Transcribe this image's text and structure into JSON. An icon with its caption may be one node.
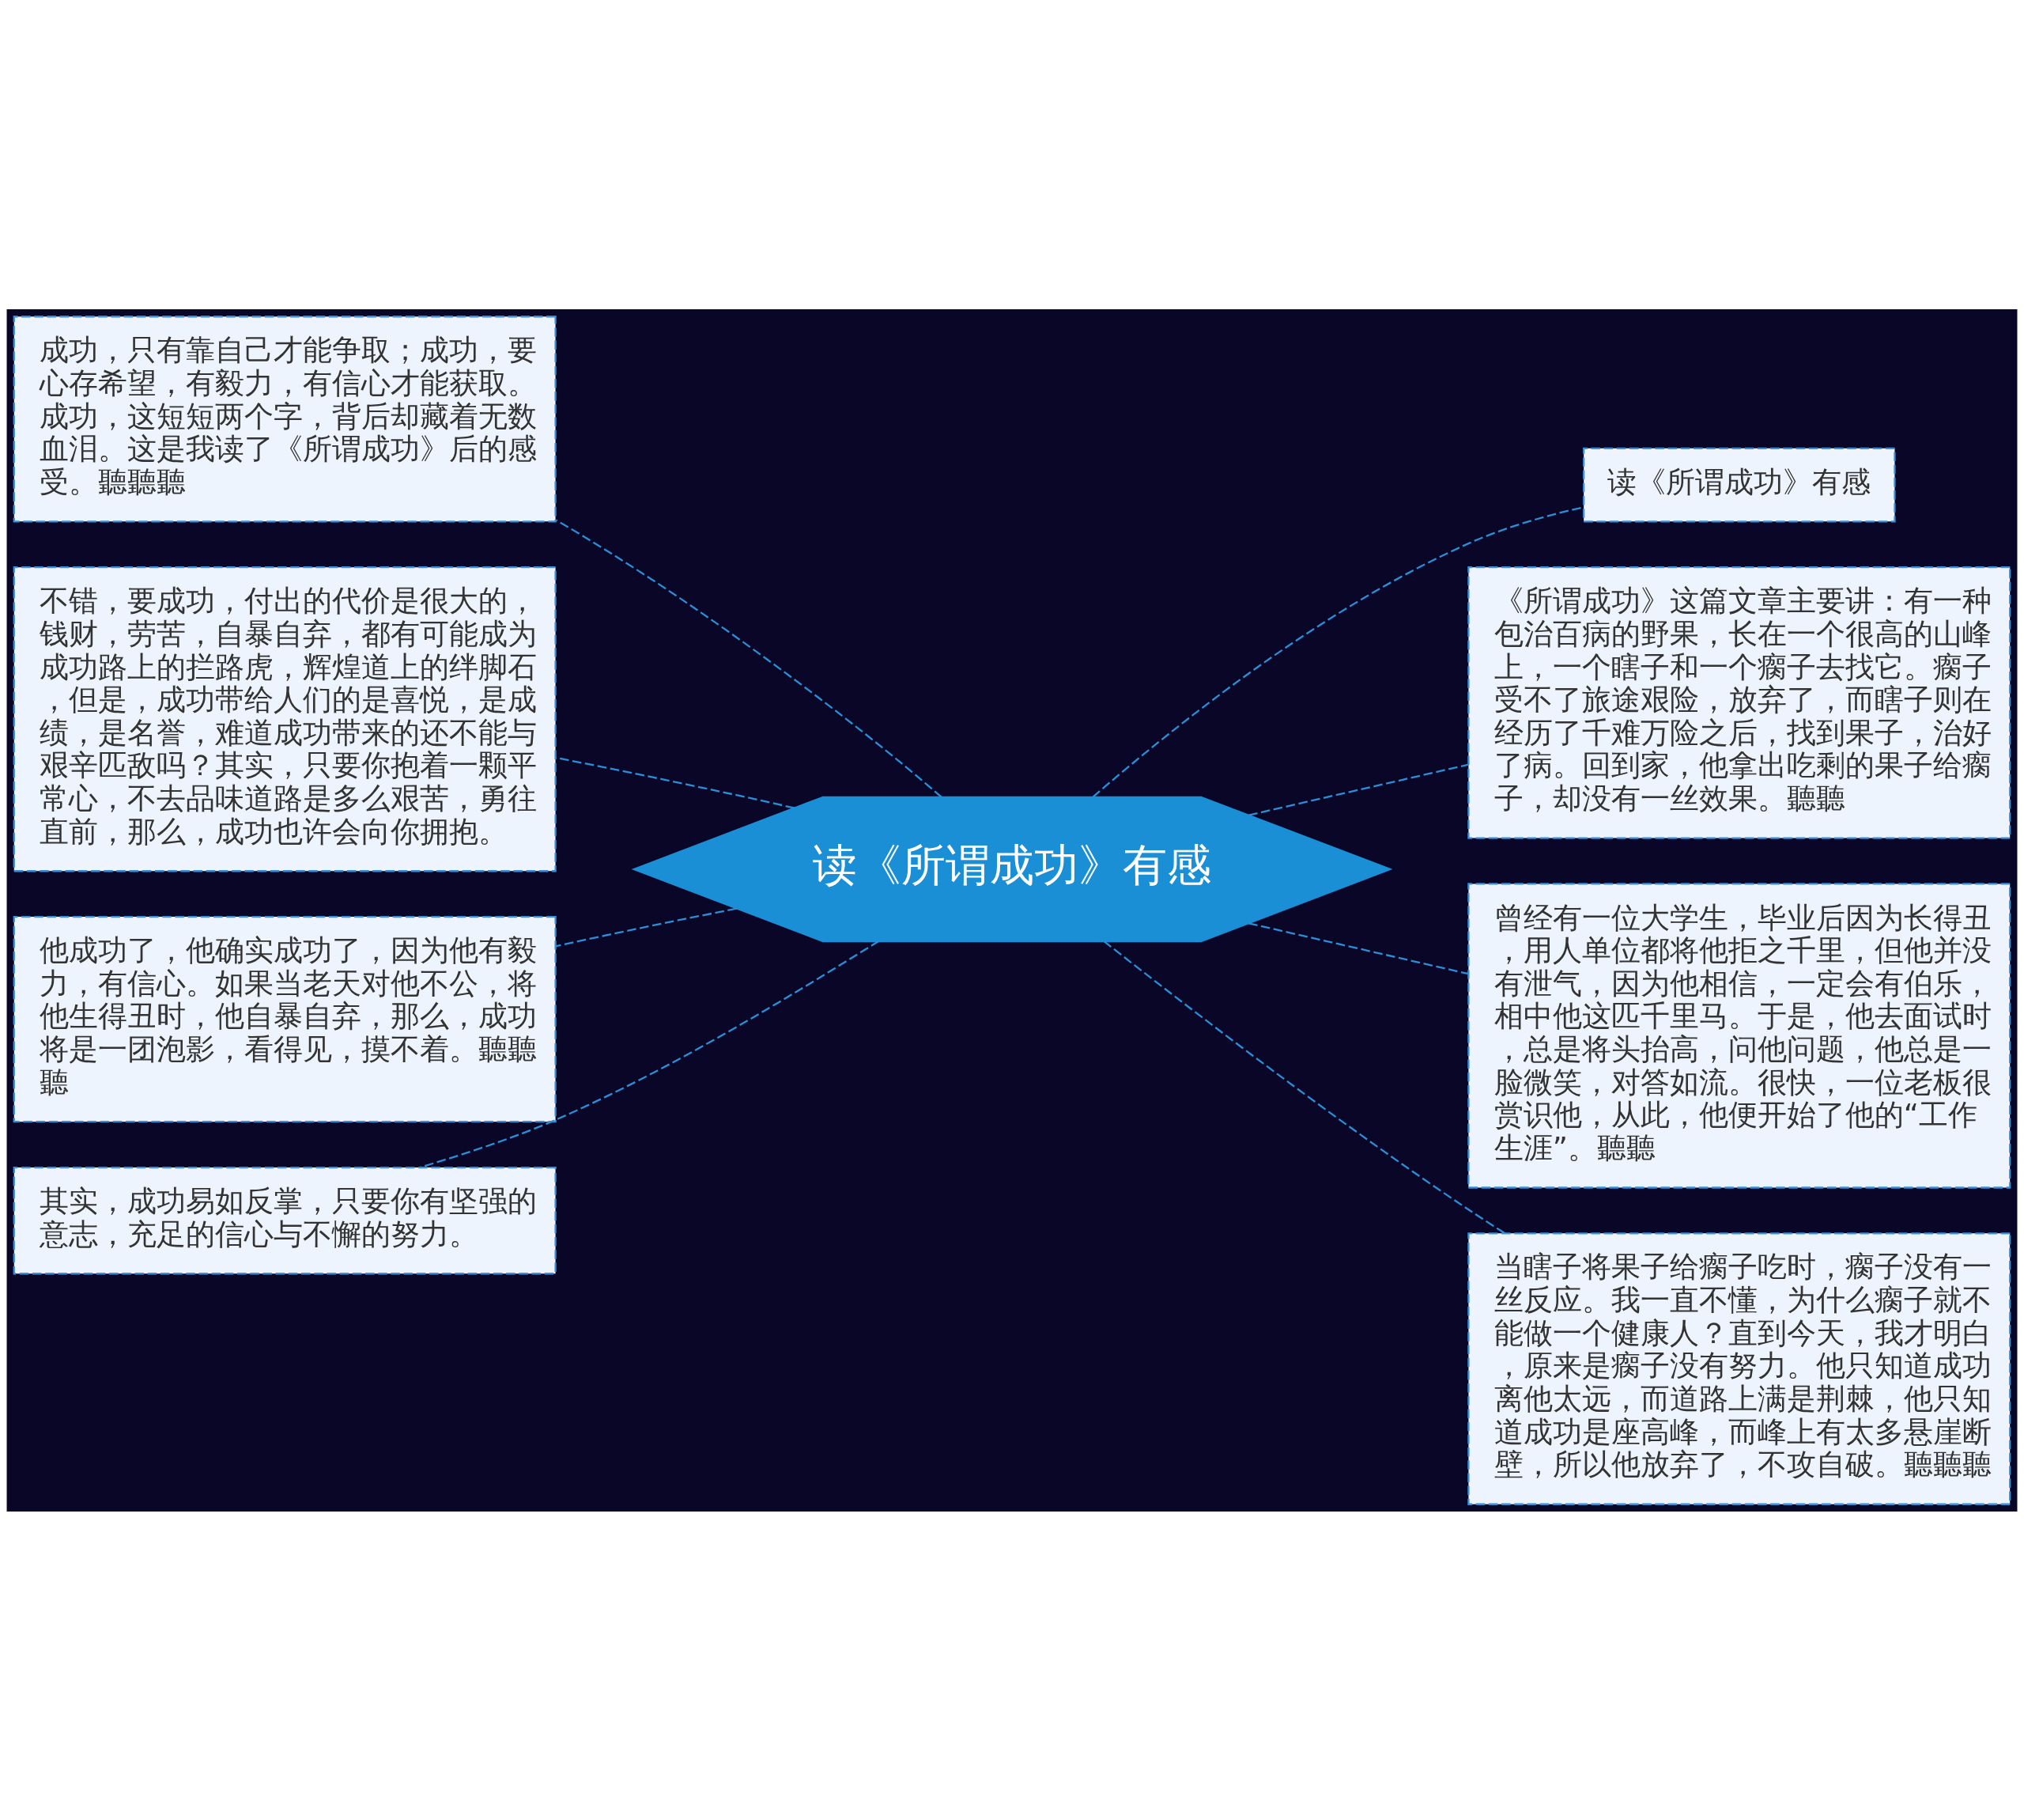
{
  "diagram": {
    "nodes": [
      {
        "text": [
          "读《所谓成功》有感"
        ]
      },
      {
        "text": [
          "成功，只有靠自己才能争取；成功，要心存希望，有毅力，有信心才能获取。成功，这短短两个字，背后却藏着无数血泪。这是我读了《所谓成功》后的感受。聽聽聽"
        ]
      },
      {
        "text": [
          "不错，要成功，付出的代价是很大的，钱财，劳苦，自暴自弃，都有可能成为成功路上的拦路虎，辉煌道上的绊脚石，但是，成功带给人们的是喜悦，是成绩，是名誉，难道成功带来的还不能与艰辛匹敌吗？其实，只要你抱着一颗平常心，不去品味道路是多么艰苦，勇往直前，那么，成功也许会向你拥抱。"
        ]
      },
      {
        "text": [
          "他成功了，他确实成功了，因为他有毅力，有信心。如果当老天对他不公，将他生得丑时，他自暴自弃，那么，成功将是一团泡影，看得见，摸不着。聽聽聽"
        ]
      },
      {
        "text": [
          "其实，成功易如反掌，只要你有坚强的意志，充足的信心与不懈的努力。"
        ]
      },
      {
        "text": [
          "读《所谓成功》有感"
        ]
      },
      {
        "text": [
          "《所谓成功》这篇文章主要讲：有一种包治百病的野果，长在一个很高的山峰上，一个瞎子和一个瘸子去找它。瘸子受不了旅途艰险，放弃了，而瞎子则在经历了千难万险之后，找到果子，治好了病。回到家，他拿出吃剩的果子给瘸子，却没有一丝效果。聽聽"
        ]
      },
      {
        "text": [
          "曾经有一位大学生，毕业后因为长得丑，用人单位都将他拒之千里，但他并没有泄气，因为他相信，一定会有伯乐，相中他这匹千里马。于是，他去面试时，总是将头抬高，问他问题，他总是一脸微笑，对答如流。很快，一位老板很赏识他，从此，他便开始了他的“工作生涯”。聽聽"
        ]
      },
      {
        "text": [
          "当瞎子将果子给瘸子吃时，瘸子没有一丝反应。我一直不懂，为什么瘸子就不能做一个健康人？直到今天，我才明白，原来是瘸子没有努力。他只知道成功离他太远，而道路上满是荆棘，他只知道成功是座高峰，而峰上有太多悬崖断壁，所以他放弃了，不攻自破。聽聽聽"
        ]
      }
    ],
    "edges": [
      {
        "from": 0,
        "to": 1,
        "arrow": "none",
        "style": "dashed"
      },
      {
        "from": 0,
        "to": 2,
        "arrow": "none",
        "style": "dashed"
      },
      {
        "from": 0,
        "to": 3,
        "arrow": "none",
        "style": "dashed"
      },
      {
        "from": 0,
        "to": 4,
        "arrow": "none",
        "style": "dashed"
      },
      {
        "from": 0,
        "to": 5,
        "arrow": "none",
        "style": "dashed"
      },
      {
        "from": 0,
        "to": 6,
        "arrow": "none",
        "style": "dashed"
      },
      {
        "from": 0,
        "to": 7,
        "arrow": "none",
        "style": "dashed"
      },
      {
        "from": 0,
        "to": 8,
        "arrow": "none",
        "style": "dashed"
      }
    ]
  }
}
